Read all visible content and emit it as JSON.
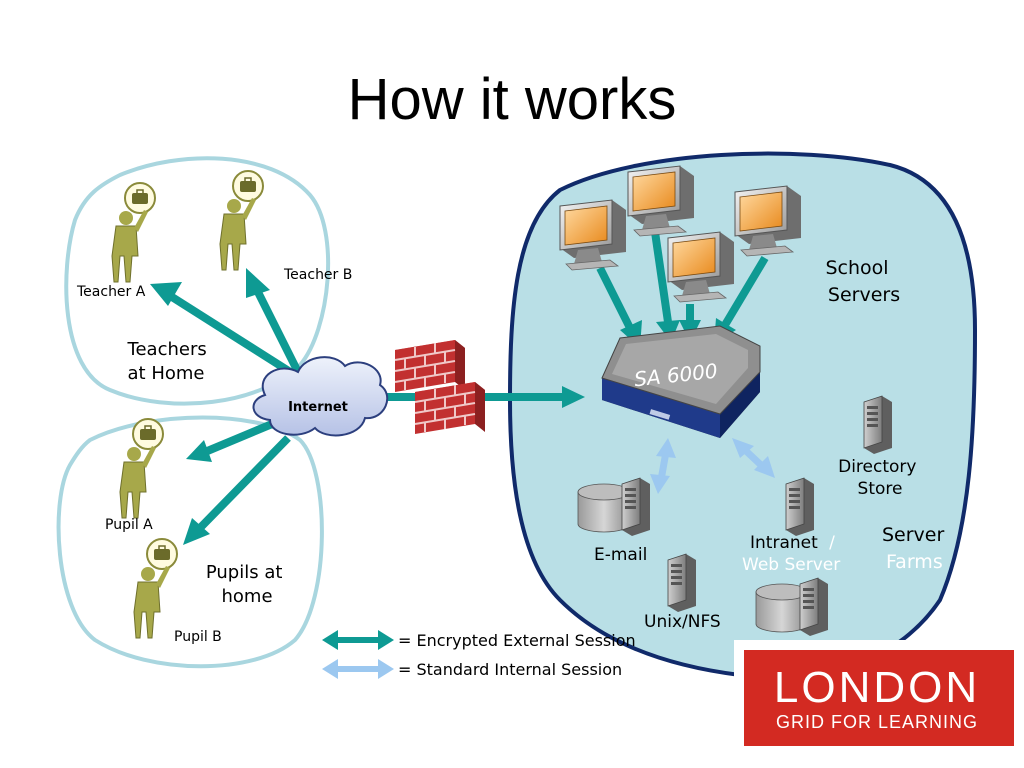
{
  "title": "How it works",
  "zones": {
    "teachers": "Teachers at Home",
    "pupils": "Pupils at home",
    "school": "School Servers"
  },
  "people": {
    "teacher_a": "Teacher A",
    "teacher_b": "Teacher B",
    "pupil_a": "Pupil A",
    "pupil_b": "Pupil B"
  },
  "nodes": {
    "internet": "Internet",
    "appliance": "SA 6000",
    "email": "E-mail",
    "directory": "Directory Store",
    "intranet": "Intranet",
    "intranet_sep": "/",
    "web_server": "Web Server",
    "unix": "Unix/NFS",
    "server": "Server",
    "farms": "Farms"
  },
  "legend": {
    "encrypted": "= Encrypted External Session",
    "standard": "= Standard Internal Session"
  },
  "logo": {
    "line1": "LONDON",
    "line2": "GRID FOR LEARNING"
  },
  "colors": {
    "encrypted": "#0e9a93",
    "standard": "#9cc8f0",
    "school_fill": "#b9dfe6",
    "school_border": "#102a6a",
    "zone_border": "#a9d6df",
    "logo_red": "#d32a22"
  }
}
